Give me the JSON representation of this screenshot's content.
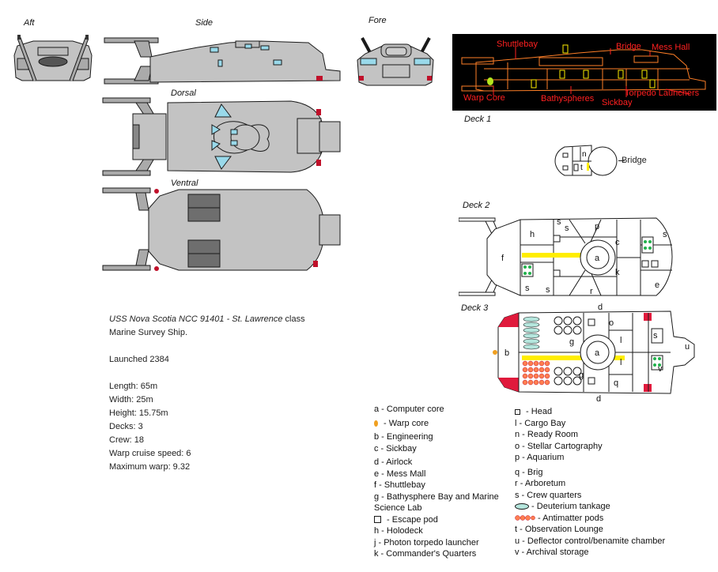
{
  "views": {
    "aft": "Aft",
    "side": "Side",
    "fore": "Fore",
    "dorsal": "Dorsal",
    "ventral": "Ventral"
  },
  "inset": {
    "labels": [
      "Shuttlebay",
      "Bridge",
      "Mess Hall",
      "Warp Core",
      "Bathyspheres",
      "Sickbay",
      "Torpedo Launchers"
    ]
  },
  "decks": {
    "deck1": "Deck 1",
    "deck2": "Deck 2",
    "deck3": "Deck 3",
    "bridge_label": "Bridge"
  },
  "ship_info": {
    "title_ship": "USS Nova Scotia NCC 91401 - ",
    "title_class": "St. Lawrence",
    "title_suffix": " class",
    "title_line2": "Marine Survey Ship.",
    "launched": "Launched 2384",
    "length": "Length: 65m",
    "width": "Width: 25m",
    "height": "Height: 15.75m",
    "decks": "Decks: 3",
    "crew": "Crew: 18",
    "warp_cruise": "Warp cruise speed: 6",
    "max_warp": "Maximum warp: 9.32"
  },
  "legend_left": [
    "a - Computer core",
    " - Warp core",
    "b - Engineering",
    "c - Sickbay",
    "d - Airlock",
    "e - Mess Mall",
    "f - Shuttlebay",
    "g - Bathysphere Bay and Marine",
    "Science Lab",
    " - Escape pod",
    "h - Holodeck",
    "j - Photon torpedo launcher",
    "k - Commander's Quarters"
  ],
  "legend_right": [
    " - Head",
    "l - Cargo Bay",
    "n - Ready Room",
    "o - Stellar Cartography",
    "p - Aquarium",
    "q - Brig",
    "r - Arboretum",
    "s - Crew quarters",
    " - Deuterium tankage",
    " - Antimatter pods",
    "t - Observation Lounge",
    "u - Deflector control/benamite chamber",
    "v - Archival storage"
  ],
  "deck_room_letters": {
    "deck1": [
      "n",
      "t"
    ],
    "deck2": [
      "h",
      "s",
      "s",
      "p",
      "c",
      "s",
      "f",
      "a",
      "k",
      "s",
      "s",
      "r",
      "e"
    ],
    "deck3": [
      "d",
      "b",
      "o",
      "g",
      "l",
      "s",
      "a",
      "u",
      "g",
      "l",
      "v",
      "q",
      "d"
    ]
  },
  "colors": {
    "hull": "#c3c3c3",
    "outline": "#1a1a1a",
    "window": "#99d9ea",
    "red_light": "#c0102a",
    "inset_bg": "#000000",
    "inset_text": "#ff2020",
    "inset_line": "#ff7f27",
    "corridor": "#ffee00",
    "antimatter": "#ff7f50",
    "deuterium": "#b5e6dd"
  }
}
